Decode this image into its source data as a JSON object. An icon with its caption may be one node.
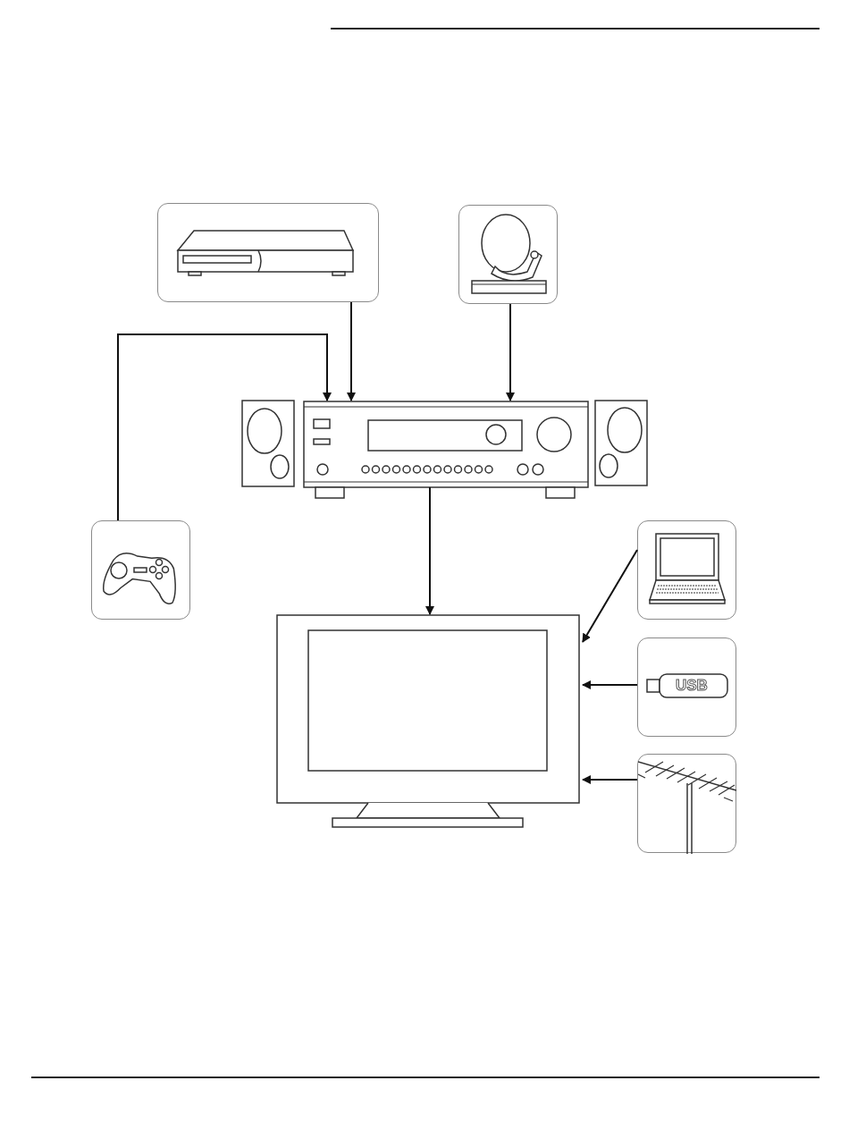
{
  "diagram": {
    "nodes": [
      {
        "text": [],
        "shape": "picture"
      },
      {
        "text": [],
        "shape": "picture"
      },
      {
        "text": [],
        "shape": "picture"
      },
      {
        "text": [],
        "shape": "picture"
      },
      {
        "text": [],
        "shape": "picture"
      },
      {
        "text": [],
        "shape": "picture"
      },
      {
        "text": [
          "USB"
        ]
      },
      {
        "text": [],
        "shape": "picture"
      }
    ],
    "edges": [
      {
        "from": 0,
        "to": 2,
        "arrow": "to"
      },
      {
        "from": 3,
        "to": 2,
        "arrow": "to"
      },
      {
        "from": 1,
        "to": 2,
        "arrow": "to"
      },
      {
        "from": 2,
        "to": 4,
        "arrow": "to"
      },
      {
        "from": 5,
        "to": 4,
        "arrow": "to"
      },
      {
        "from": 6,
        "to": 4,
        "arrow": "to"
      },
      {
        "from": 7,
        "to": 4,
        "arrow": "to"
      }
    ]
  }
}
